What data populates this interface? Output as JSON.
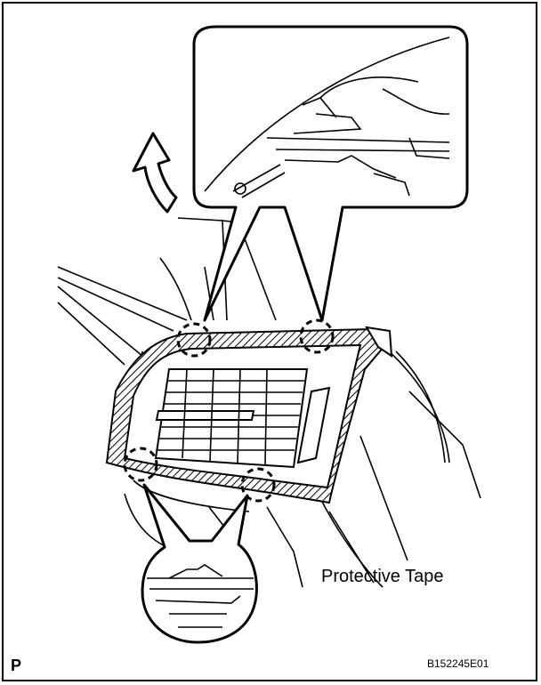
{
  "diagram": {
    "callout_label": "Protective Tape",
    "view_marker": "P",
    "figure_code": "B152245E01"
  },
  "icons": {
    "lift_arrow": "curved-up-arrow-icon"
  },
  "colors": {
    "ink": "#000000",
    "paper": "#ffffff"
  }
}
